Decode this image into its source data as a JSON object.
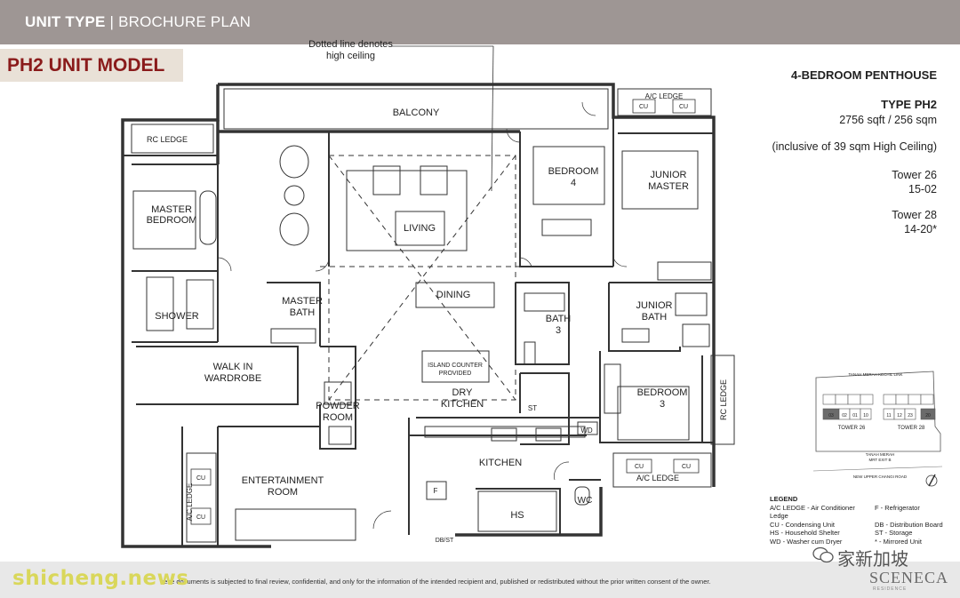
{
  "header": {
    "unit_type": "UNIT TYPE",
    "separator": "|",
    "brochure_plan": "BROCHURE PLAN"
  },
  "model_label": "PH2 UNIT MODEL",
  "callout": {
    "line1": "Dotted line denotes",
    "line2": "high ceiling"
  },
  "info": {
    "title": "4-BEDROOM PENTHOUSE",
    "type": "TYPE PH2",
    "area": "2756 sqft / 256 sqm",
    "inclusive": "(inclusive of 39 sqm High Ceiling)",
    "tower26": "Tower 26",
    "tower26_units": "15-02",
    "tower28": "Tower 28",
    "tower28_units": "14-20*"
  },
  "rooms": {
    "balcony": "BALCONY",
    "ac_ledge_top": "A/C LEDGE",
    "rc_ledge_top": "RC LEDGE",
    "master_bedroom_1": "MASTER",
    "master_bedroom_2": "BEDROOM",
    "living": "LIVING",
    "bedroom4_1": "BEDROOM",
    "bedroom4_2": "4",
    "junior_master_1": "JUNIOR",
    "junior_master_2": "MASTER",
    "shower": "SHOWER",
    "master_bath_1": "MASTER",
    "master_bath_2": "BATH",
    "dining": "DINING",
    "bath3_1": "BATH",
    "bath3_2": "3",
    "junior_bath_1": "JUNIOR",
    "junior_bath_2": "BATH",
    "walk_in_1": "WALK IN",
    "walk_in_2": "WARDROBE",
    "island_1": "ISLAND COUNTER",
    "island_2": "PROVIDED",
    "dry_kitchen_1": "DRY",
    "dry_kitchen_2": "KITCHEN",
    "powder_1": "POWDER",
    "powder_2": "ROOM",
    "st": "ST",
    "bedroom3_1": "BEDROOM",
    "bedroom3_2": "3",
    "rc_ledge_right": "RC LEDGE",
    "wd": "WD",
    "kitchen": "KITCHEN",
    "entertainment_1": "ENTERTAINMENT",
    "entertainment_2": "ROOM",
    "ac_ledge_left": "A/C LEDGE",
    "ac_ledge_bottom": "A/C LEDGE",
    "hs": "HS",
    "f": "F",
    "wc": "WC",
    "dbst": "DB/ST",
    "cu": "CU"
  },
  "keyplan": {
    "top_road": "TANAH MERAH KECHIL LINK",
    "tower26": "TOWER 26",
    "tower28": "TOWER 28",
    "mrt_1": "TANAH MERAH",
    "mrt_2": "MRT EXIT B",
    "bottom_road": "NEW UPPER CHANGI ROAD",
    "units": [
      "03",
      "02",
      "01",
      "10",
      "11",
      "12",
      "23",
      "20"
    ],
    "highlight_color": "#6b6b6b"
  },
  "legend": {
    "title": "LEGEND",
    "items": [
      "A/C LEDGE - Air Conditioner Ledge",
      "F - Refrigerator",
      "CU - Condensing Unit",
      "DB - Distribution Board",
      "HS - Household Shelter",
      "ST - Storage",
      "WD - Washer cum Dryer",
      "* - Mirrored Unit"
    ]
  },
  "footer": {
    "disclaimer": "hese documents is subjected to final review, confidential, and only for the information of the intended recipient and, published or redistributed without the prior written consent of the owner.",
    "watermark_left": "shicheng.news",
    "watermark_right": "家新加坡",
    "brand": "SCENECA",
    "brand_sub": "RESIDENCE"
  },
  "colors": {
    "header_bar": "#9e9694",
    "badge_bg": "#e9e1d7",
    "badge_text": "#8a1b1b",
    "wall": "#333333",
    "watermark": "#d9d75a"
  }
}
